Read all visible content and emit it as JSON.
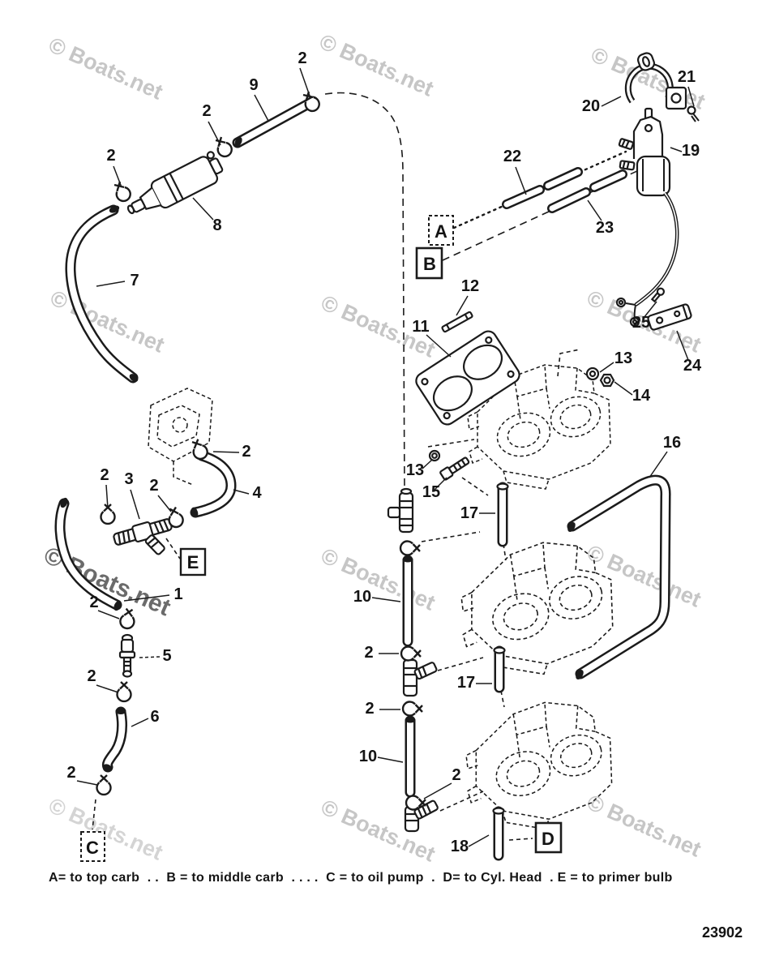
{
  "diagram": {
    "watermark_text": "© Boats.net",
    "figure_number": "23902",
    "legend_text": "A= to top carb  . .  B = to middle carb  . . . .  C = to oil pump  .  D= to Cyl. Head  . E = to primer bulb",
    "connectors": {
      "A": "A",
      "B": "B",
      "C": "C",
      "D": "D",
      "E": "E"
    },
    "callouts": {
      "n1": "1",
      "n2": "2",
      "n3": "3",
      "n4": "4",
      "n5": "5",
      "n6": "6",
      "n7": "7",
      "n8": "8",
      "n9": "9",
      "n10": "10",
      "n11": "11",
      "n12": "12",
      "n13": "13",
      "n14": "14",
      "n15": "15",
      "n16": "16",
      "n17": "17",
      "n18": "18",
      "n19": "19",
      "n20": "20",
      "n21": "21",
      "n22": "22",
      "n23": "23",
      "n24": "24",
      "n25": "25"
    }
  }
}
